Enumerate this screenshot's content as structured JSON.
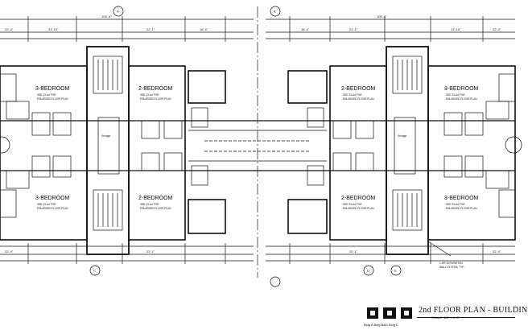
{
  "sheet": {
    "title": "2nd FLOOR PLAN - BUILDIN",
    "scale": "SCALE: 1/8\" = 1'-0\"",
    "building_key": "Bldg A  Bldg B&D  Bldg C"
  },
  "rooms": {
    "three_bed": "3-BEDROOM",
    "two_bed": "2-BEDROOM"
  },
  "notes": {
    "see_plan_line1": "SEE 23-A4 FOR",
    "see_plan_line2": "ENLARGED FLOOR PLAN",
    "storage": "Storage",
    "separation_line1": "1-HR SEPARATION",
    "separation_line2": "WALL SYSTEM, TYP."
  },
  "dimensions": {
    "overall": "105'-4\"",
    "seg_a": "22'-4\"",
    "seg_b": "13'-10\"",
    "seg_c": "22'-1\"",
    "seg_d": "16'-4\""
  },
  "grid": {
    "b1": "A",
    "b2": "B",
    "b3": "C",
    "b4": "D",
    "b5": "E"
  }
}
